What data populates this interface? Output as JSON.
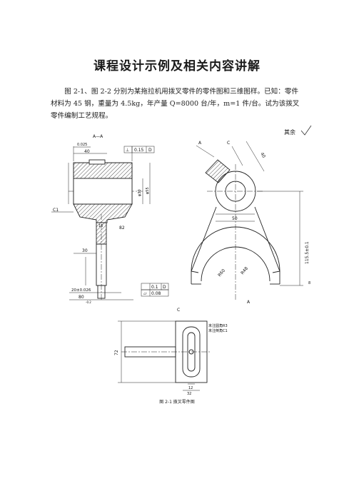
{
  "doc": {
    "title": "课程设计示例及相关内容讲解",
    "paragraph": "图 2-1、图 2-2 分别为某拖拉机用拨叉零件的零件图和三维图样。已知：零件材料为 45 钢，重量为 4.5kg，年产量 Q=8000 台/年，m=1 件/台。试为该拨叉零件编制工艺规程。"
  },
  "drawing": {
    "section_label": "A—A",
    "surface_finish_note": "其余",
    "dims_left": {
      "top_tol": "0.025",
      "width_40": "40",
      "tol_box_left": "⊥",
      "tol_box_val": "0.15",
      "tol_box_ref": "D",
      "dia_1": "φ30",
      "dia_2": "φ55",
      "chamfer": "C1",
      "r82": "82",
      "dim_16": "16",
      "dim_30": "30",
      "dim_20": "20±0.026",
      "dim_80": "80",
      "dim_80_tol": "-0.2",
      "tb1_val": "0.1",
      "tb1_ref": "D",
      "tb2_val": "0.08"
    },
    "dims_right": {
      "label_a_top": "A",
      "label_c": "C",
      "label_a_bottom": "A",
      "dim_40": "40",
      "dim_50": "50",
      "dim_r60": "R60",
      "dim_r48": "R48",
      "dim_height": "115.5±0.1",
      "dim_small": "8"
    },
    "dims_bottom": {
      "view_label": "C",
      "note_1": "未注圆角R3",
      "note_2": "未注倒角C1",
      "dim_72": "72",
      "dim_12": "12",
      "dim_32": "32"
    },
    "caption": "图 2-1  拨叉零件图"
  }
}
